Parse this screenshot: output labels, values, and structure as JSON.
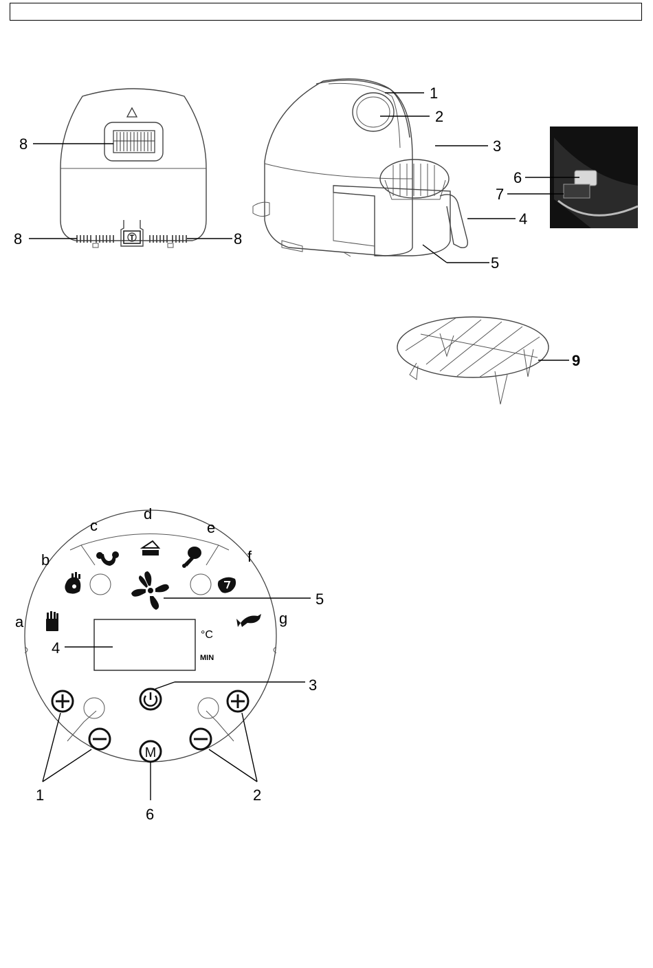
{
  "front_view": {
    "labels": {
      "vent_top": "8",
      "vent_left": "8",
      "vent_right": "8"
    },
    "power_plug_glyph": "T"
  },
  "side_view": {
    "labels": {
      "p1": "1",
      "p2": "2",
      "p3": "3",
      "p4": "4",
      "p5": "5"
    }
  },
  "basket_detail": {
    "labels": {
      "p6": "6",
      "p7": "7"
    }
  },
  "rack": {
    "label": "9"
  },
  "control_panel": {
    "program_letters": {
      "a": "a",
      "b": "b",
      "c": "c",
      "d": "d",
      "e": "e",
      "f": "f",
      "g": "g"
    },
    "callouts": {
      "p1": "1",
      "p2": "2",
      "p3": "3",
      "p4": "4",
      "p5": "5",
      "p6": "6"
    },
    "unit_temp": "°C",
    "unit_time": "MIN",
    "mode_button_glyph": "M"
  }
}
